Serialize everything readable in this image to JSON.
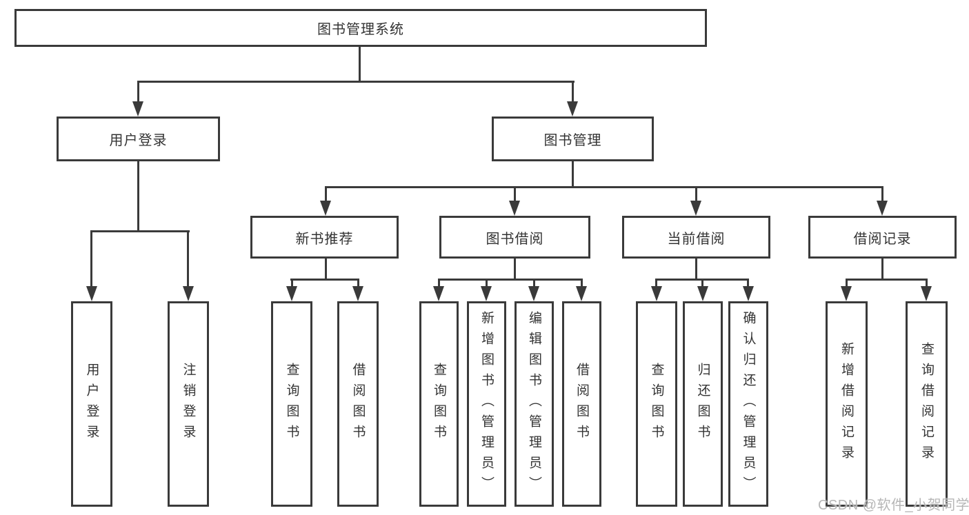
{
  "diagram": {
    "root": {
      "label": "图书管理系统"
    },
    "level1": [
      {
        "label": "用户登录"
      },
      {
        "label": "图书管理"
      }
    ],
    "level2": [
      {
        "label": "新书推荐",
        "parent": "图书管理"
      },
      {
        "label": "图书借阅",
        "parent": "图书管理"
      },
      {
        "label": "当前借阅",
        "parent": "图书管理"
      },
      {
        "label": "借阅记录",
        "parent": "图书管理"
      }
    ],
    "leaves": [
      {
        "label": "用户登录",
        "parent": "用户登录"
      },
      {
        "label": "注销登录",
        "parent": "用户登录"
      },
      {
        "label": "查询图书",
        "parent": "新书推荐"
      },
      {
        "label": "借阅图书",
        "parent": "新书推荐"
      },
      {
        "label": "查询图书",
        "parent": "图书借阅"
      },
      {
        "label": "新增图书（管理员）",
        "parent": "图书借阅"
      },
      {
        "label": "编辑图书（管理员）",
        "parent": "图书借阅"
      },
      {
        "label": "借阅图书",
        "parent": "图书借阅"
      },
      {
        "label": "查询图书",
        "parent": "当前借阅"
      },
      {
        "label": "归还图书",
        "parent": "当前借阅"
      },
      {
        "label": "确认归还（管理员）",
        "parent": "当前借阅"
      },
      {
        "label": "新增借阅记录",
        "parent": "借阅记录"
      },
      {
        "label": "查询借阅记录",
        "parent": "借阅记录"
      }
    ],
    "watermark": "CSDN @软件_小贺同学",
    "colors": {
      "line": "#3a3a3a",
      "text": "#333333",
      "watermark": "#b6b6b6",
      "background": "#ffffff"
    }
  }
}
